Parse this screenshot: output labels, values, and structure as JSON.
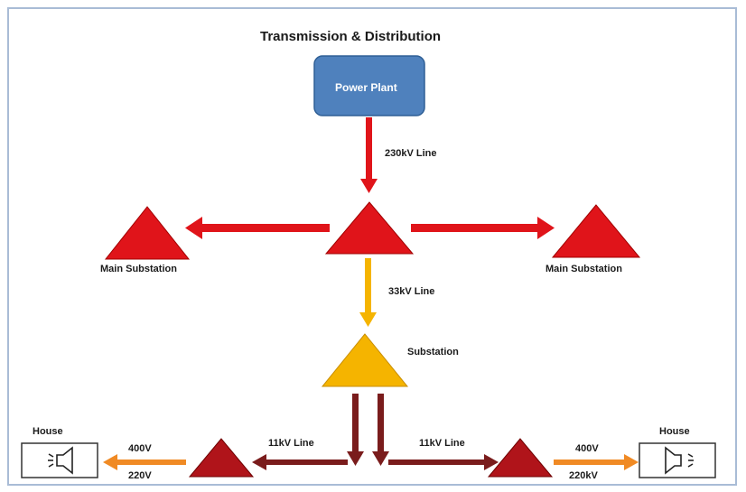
{
  "diagram": {
    "title": "Transmission & Distribution",
    "nodes": {
      "power_plant": "Power Plant",
      "main_substation_left": "Main Substation",
      "main_substation_right": "Main Substation",
      "substation": "Substation",
      "house_left": "House",
      "house_right": "House"
    },
    "lines": {
      "line_230kv": "230kV Line",
      "line_33kv": "33kV Line",
      "line_11kv_left": "11kV Line",
      "line_11kv_right": "11kV Line"
    },
    "voltages": {
      "left_top": "400V",
      "left_bottom": "220V",
      "right_top": "400V",
      "right_bottom": "220kV"
    },
    "colors": {
      "power_plant_fill": "#4f81bd",
      "high_voltage": "#e0141a",
      "medium_voltage": "#f5b400",
      "distribution": "#7a1c1c",
      "service": "#f08a24",
      "frame": "#a9bcd6"
    },
    "icons": {
      "house_left": "speaker-icon",
      "house_right": "speaker-icon"
    }
  }
}
